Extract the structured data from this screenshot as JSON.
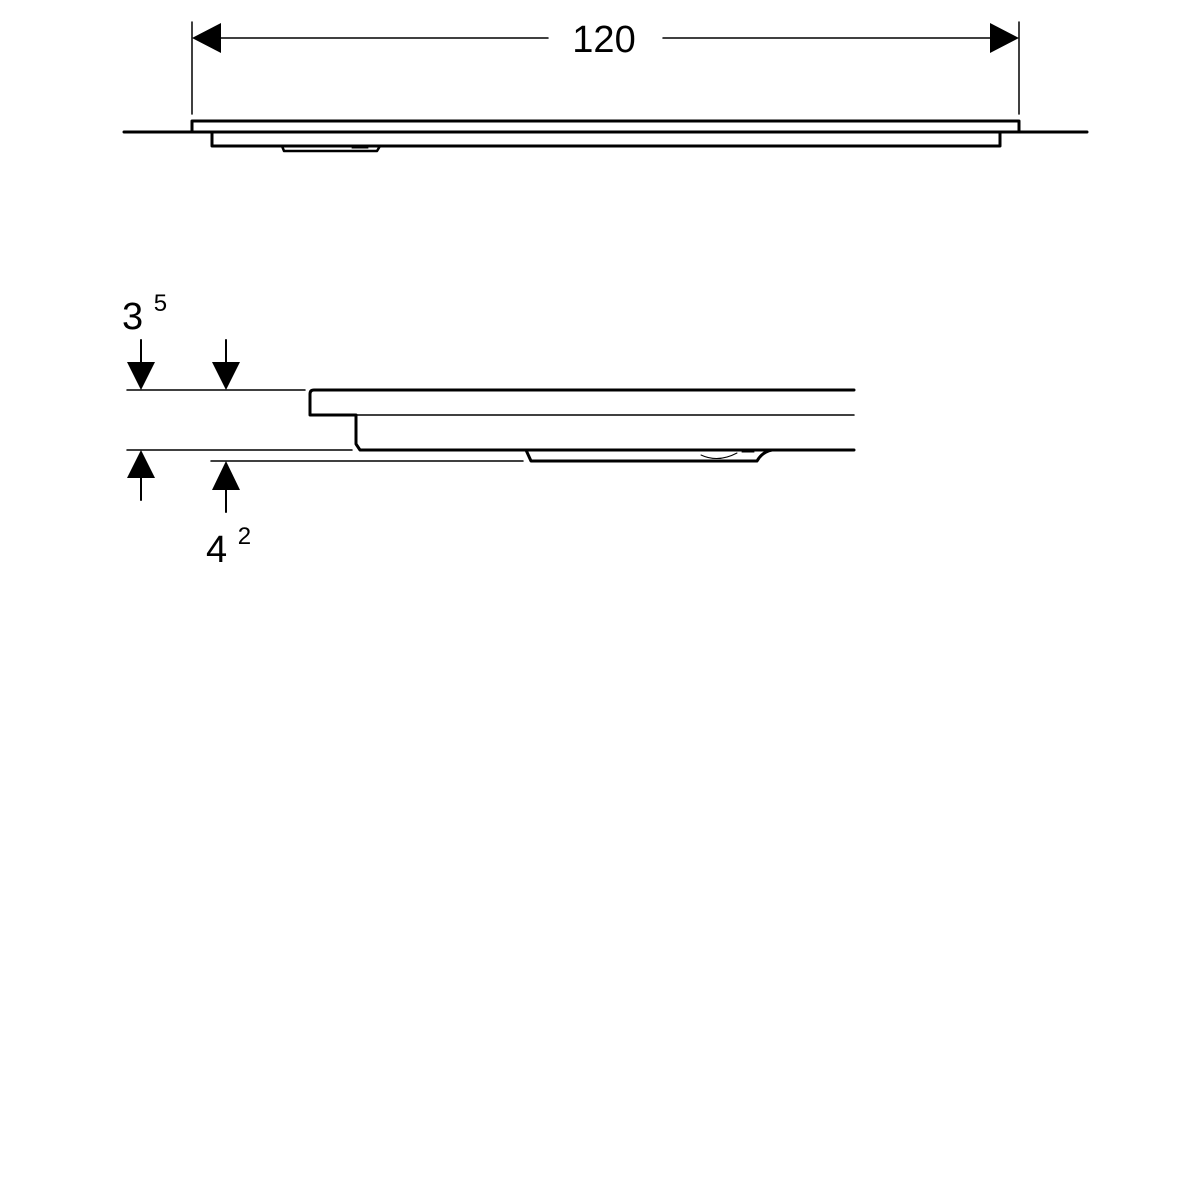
{
  "overall_width": {
    "value": "120"
  },
  "thickness_top": {
    "base": "3",
    "sup": "5"
  },
  "thickness_bottom": {
    "base": "4",
    "sup": "2"
  },
  "colors": {
    "line": "#000000",
    "background": "#ffffff"
  }
}
